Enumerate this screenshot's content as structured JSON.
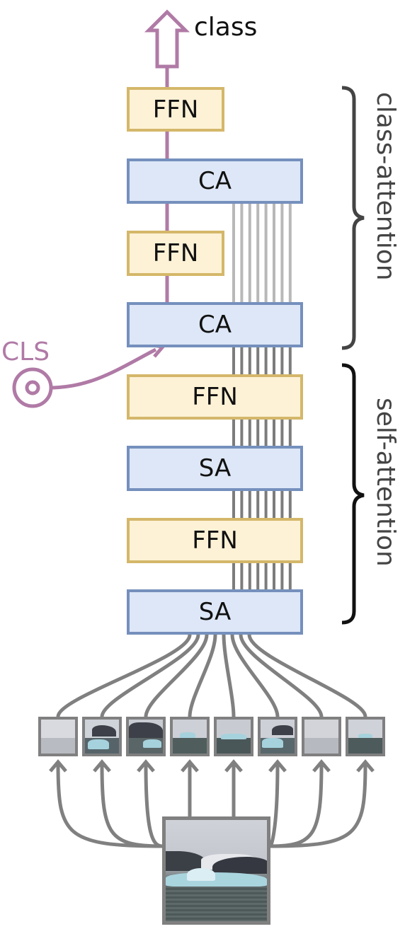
{
  "output": {
    "label": "class"
  },
  "cls_token": {
    "label": "CLS"
  },
  "stages": {
    "class_attention": "class-attention",
    "self_attention": "self-attention"
  },
  "blocks": [
    {
      "label": "FFN",
      "kind": "ffn"
    },
    {
      "label": "CA",
      "kind": "attention"
    },
    {
      "label": "FFN",
      "kind": "ffn"
    },
    {
      "label": "CA",
      "kind": "attention"
    },
    {
      "label": "FFN",
      "kind": "ffn"
    },
    {
      "label": "SA",
      "kind": "attention"
    },
    {
      "label": "FFN",
      "kind": "ffn"
    },
    {
      "label": "SA",
      "kind": "attention"
    }
  ],
  "patches": {
    "count": 8
  },
  "colors": {
    "ffn_fill": "#fdf2d6",
    "ffn_border": "#d4b76a",
    "attention_fill": "#dde7f7",
    "attention_border": "#7590bd",
    "cls_path": "#b07aa6",
    "patch_token_lines": "#808080",
    "bracket": "#444444"
  }
}
